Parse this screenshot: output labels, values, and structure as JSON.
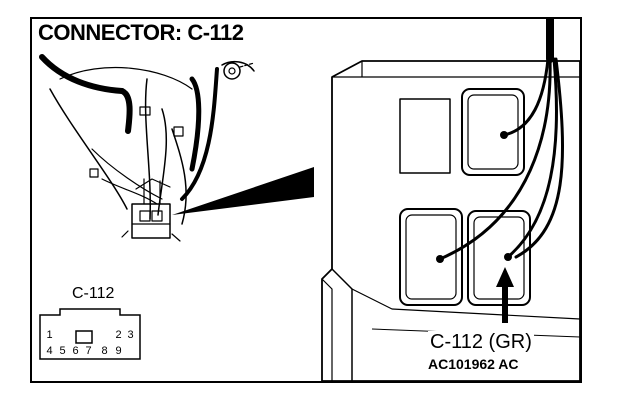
{
  "diagram": {
    "title": "CONNECTOR: C-112",
    "connector_face_label": "C-112",
    "pins_top": [
      "1",
      "2",
      "3"
    ],
    "pins_bottom": [
      "4",
      "5",
      "6",
      "7",
      "8",
      "9"
    ],
    "pointer_label": "C-112 (GR)",
    "reference_code": "AC101962 AC"
  }
}
